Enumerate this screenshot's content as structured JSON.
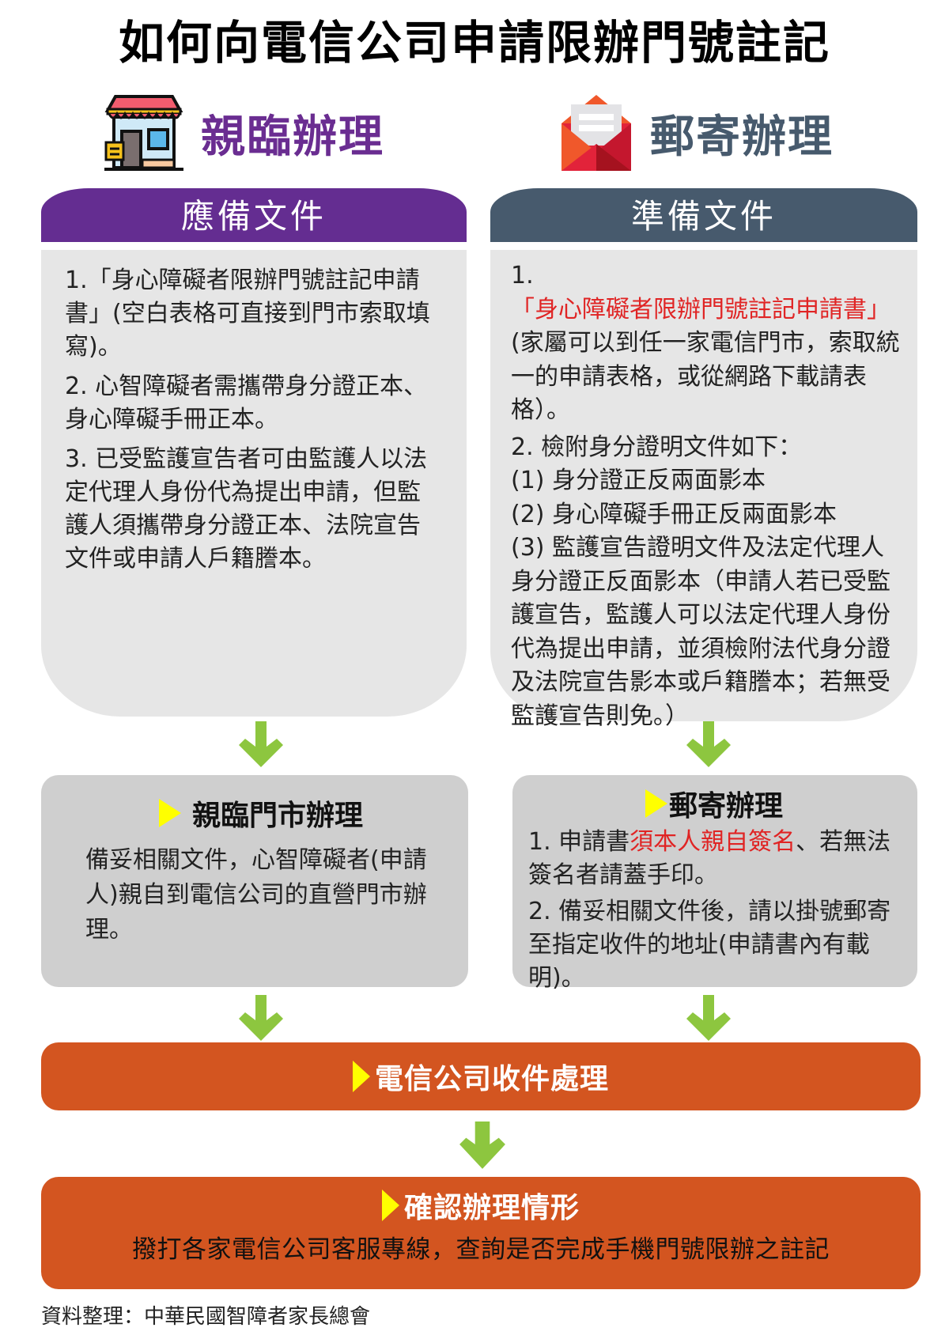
{
  "title": "如何向電信公司申請限辦門號註記",
  "colors": {
    "purple": "#642d91",
    "slate": "#475a6d",
    "panel_gray": "#e6e6e6",
    "process_gray": "#cfcfcf",
    "orange": "#d35520",
    "arrow_green": "#8dc63f",
    "highlight_yellow": "#ffff00",
    "emphasis_red": "#e02424"
  },
  "left": {
    "heading": "親臨辦理",
    "icon": "storefront-icon",
    "tab_label": "應備文件",
    "documents": [
      "1.「身心障礙者限辦門號註記申請書」(空白表格可直接到門市索取填寫)。",
      "2. 心智障礙者需攜帶身分證正本、身心障礙手冊正本。",
      "3. 已受監護宣告者可由監護人以法定代理人身份代為提出申請，但監護人須攜帶身分證正本、法院宣告文件或申請人戶籍謄本。"
    ],
    "process": {
      "title": "親臨門市辦理",
      "body": "備妥相關文件，心智障礙者(申請人)親自到電信公司的直營門市辦理。"
    }
  },
  "right": {
    "heading": "郵寄辦理",
    "icon": "envelope-icon",
    "tab_label": "準備文件",
    "documents": {
      "item1_prefix": "1.",
      "item1_red": "「身心障礙者限辦門號註記申請書」",
      "item1_rest": "(家屬可以到任一家電信門市，索取統一的申請表格，或從網路下載請表格）。",
      "item2_red": "2. 檢附身分證明文件如下：",
      "sub_items": [
        "(1) 身分證正反兩面影本",
        "(2) 身心障礙手冊正反兩面影本",
        "(3) 監護宣告證明文件及法定代理人身分證正反面影本（申請人若已受監護宣告，監護人可以法定代理人身份代為提出申請，並須檢附法代身分證及法院宣告影本或戶籍謄本；若無受監護宣告則免。）"
      ]
    },
    "process": {
      "title": "郵寄辦理",
      "item1_prefix": "1. 申請書",
      "item1_red": "須本人親自簽名",
      "item1_rest": "、若無法簽名者請蓋手印。",
      "item2": "2. 備妥相關文件後，請以掛號郵寄至指定收件的地址(申請書內有載明)。"
    }
  },
  "steps": {
    "receive": "電信公司收件處理",
    "confirm_title": "確認辦理情形",
    "confirm_body": "撥打各家電信公司客服專線，查詢是否完成手機門號限辦之註記"
  },
  "source": "資料整理：中華民國智障者家長總會"
}
